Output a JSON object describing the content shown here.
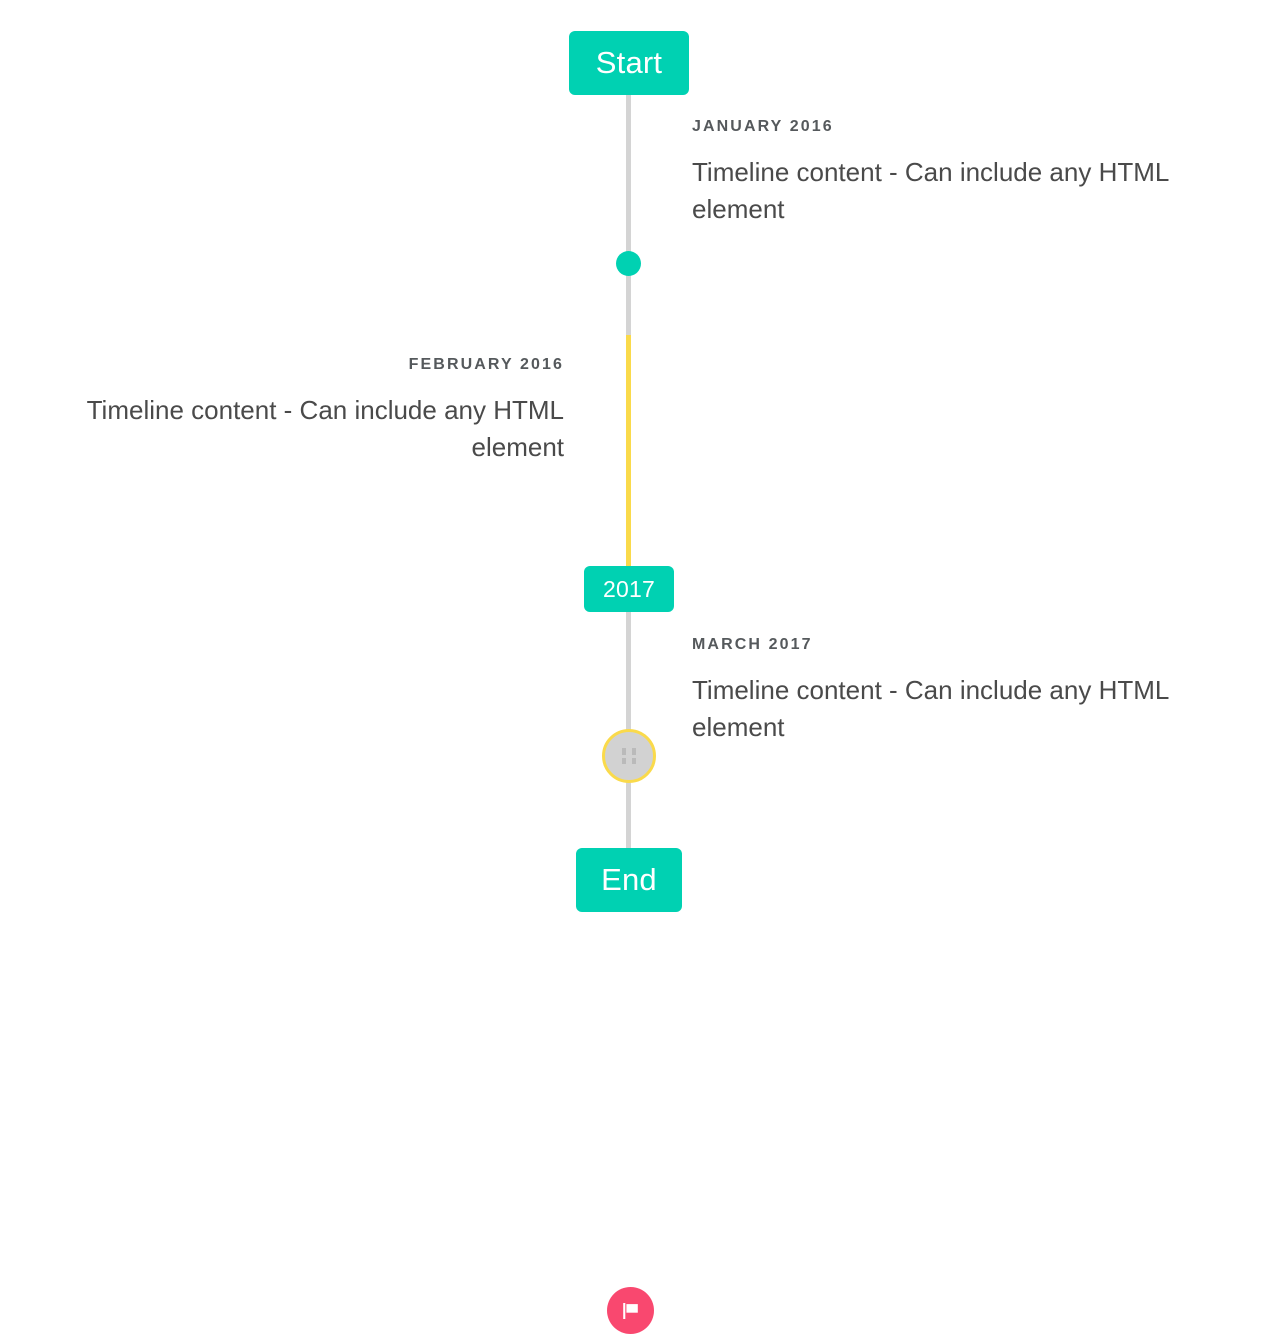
{
  "theme": {
    "accent_teal": "#00d1b2",
    "rail_gray": "#d4d4d4",
    "rail_yellow": "#fada4b",
    "marker_gray": "#d2d2d2",
    "marker_pink": "#f9486f",
    "date_text": "#55595c",
    "body_text": "#4a4a4a",
    "background": "#ffffff"
  },
  "timeline": {
    "start_cap": {
      "label": "Start"
    },
    "mid_cap": {
      "label": "2017"
    },
    "end_cap": {
      "label": "End"
    },
    "items": [
      {
        "id": "january-2016",
        "date": "JANUARY 2016",
        "content": "Timeline content - Can include any HTML element",
        "side": "right",
        "marker": {
          "type": "dot",
          "icon": "filled-dot-icon",
          "color": "#00d1b2"
        }
      },
      {
        "id": "february-2016",
        "date": "FEBRUARY 2016",
        "content": "Timeline content - Can include any HTML element",
        "side": "left",
        "marker": {
          "type": "circle",
          "icon": "missing-glyph-icon",
          "color": "#d2d2d2",
          "border_color": "#fada4b"
        }
      },
      {
        "id": "march-2017",
        "date": "MARCH 2017",
        "content": "Timeline content - Can include any HTML element",
        "side": "right",
        "marker": {
          "type": "badge",
          "icon": "flag-icon",
          "color": "#f9486f"
        }
      }
    ]
  }
}
